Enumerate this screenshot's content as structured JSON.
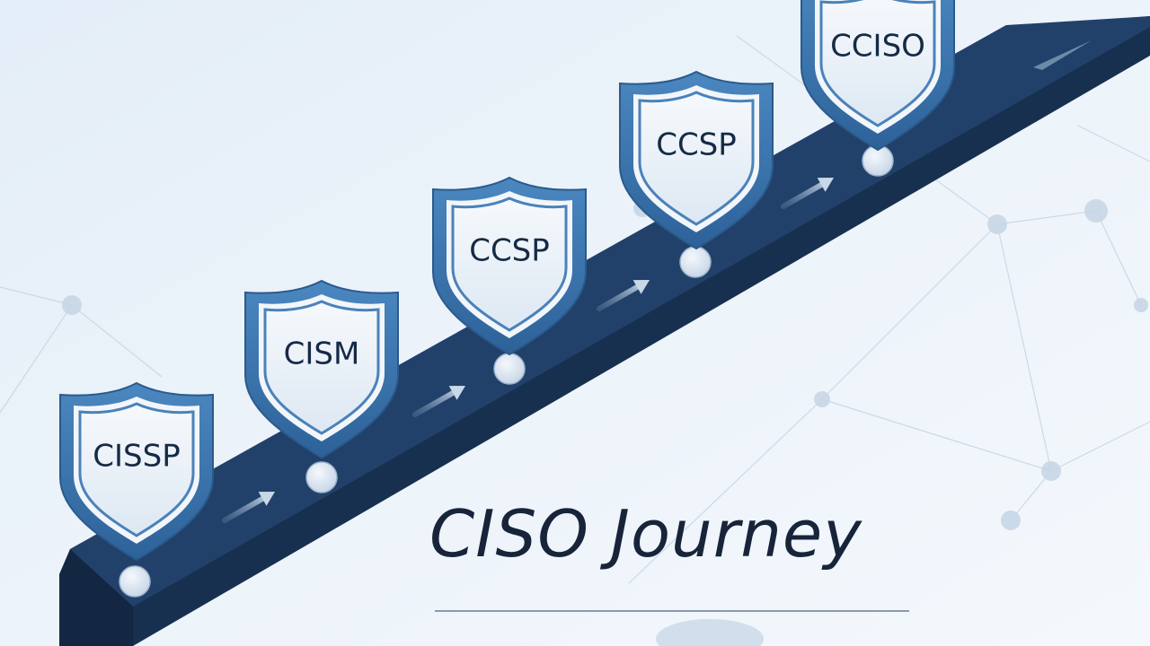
{
  "title": "CISO Journey",
  "steps": [
    {
      "label": "CISSP"
    },
    {
      "label": "CISM"
    },
    {
      "label": "CCSP"
    },
    {
      "label": "CCSP"
    },
    {
      "label": "CCISO"
    }
  ],
  "colors": {
    "background": "#eaf2f9",
    "ramp": "#1c3457",
    "shield_outer": "#3d78b1",
    "shield_inner": "#e9f0f7",
    "node": "#d9e5f1",
    "title": "#18243a"
  },
  "icons": [
    "shield-icon",
    "arrow-right-icon",
    "milestone-node-icon"
  ]
}
